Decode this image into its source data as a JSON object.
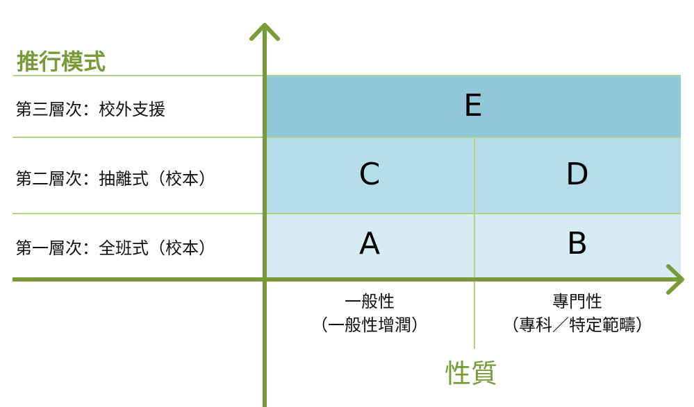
{
  "title_y": "推行模式",
  "title_x": "性質",
  "rows": [
    {
      "label": "第三層次：校外支援"
    },
    {
      "label": "第二層次：抽離式（校本）"
    },
    {
      "label": "第一層次：全班式（校本）"
    }
  ],
  "cells": {
    "E": "E",
    "C": "C",
    "D": "D",
    "A": "A",
    "B": "B"
  },
  "columns": [
    {
      "line1": "一般性",
      "line2": "（一般性增潤）"
    },
    {
      "line1": "專門性",
      "line2": "（專科／特定範疇）"
    }
  ],
  "colors": {
    "axis": "#7a9a3a",
    "grid": "#b7cf8a",
    "tier3": "#92c9d9",
    "tier2": "#b6dde7",
    "tier1": "#d7ecf2"
  }
}
